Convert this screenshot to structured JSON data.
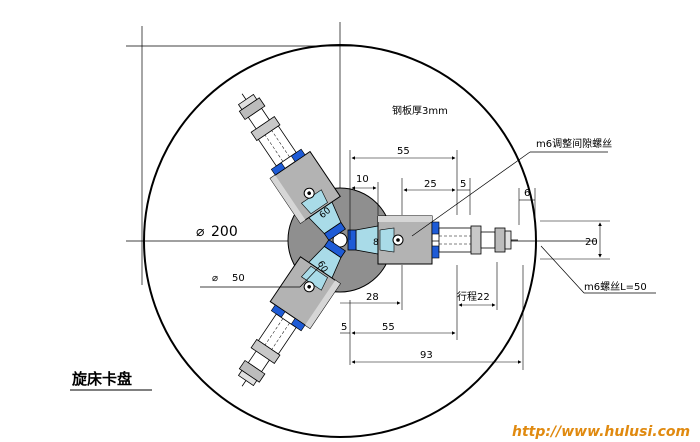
{
  "title": "旋床卡盘",
  "plate_note": "钢板厚3mm",
  "screw_note_top": "m6调整间隙螺丝",
  "screw_note_side": "m6螺丝L=50",
  "diameter_big": "200",
  "diameter_hub": "50",
  "dims": {
    "d55_top": "55",
    "d10": "10",
    "d25": "25",
    "d5_top": "5",
    "d6": "6",
    "d20": "20",
    "d8": "8",
    "d28": "28",
    "travel": "行程22",
    "d5_bottom": "5",
    "d55_bottom": "55",
    "d93": "93",
    "d60_a": "60",
    "d60_b": "60"
  },
  "watermark": "http://www.hulusi.com",
  "colors": {
    "jaw_blue": "#1e5bd6",
    "jaw_light": "#a9dbe8",
    "hub_gray": "#8f8f8f",
    "block_gray": "#b8b8b8"
  }
}
